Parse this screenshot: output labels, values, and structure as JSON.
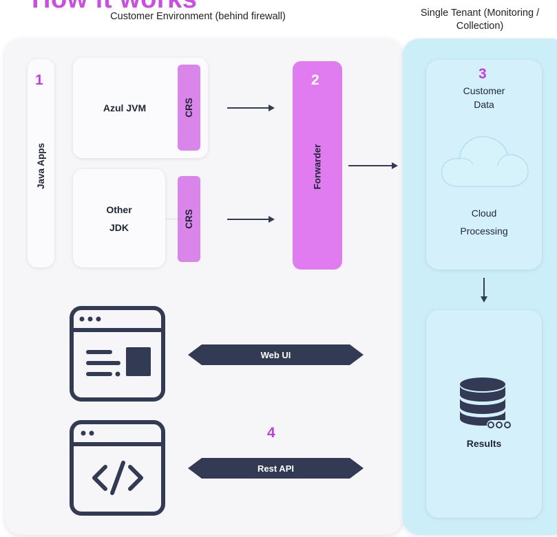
{
  "header": {
    "title": "How it works",
    "left": "Customer Environment (behind firewall)",
    "right": "Single Tenant (Monitoring / Collection)"
  },
  "steps": {
    "one": "1",
    "two": "2",
    "three": "3",
    "four": "4"
  },
  "customer": {
    "java_apps": "Java Apps",
    "azul_jvm": "Azul JVM",
    "other_jdk_line1": "Other",
    "other_jdk_line2": "JDK",
    "crs_top": "CRS",
    "crs_bottom": "CRS",
    "forwarder": "Forwarder"
  },
  "tenant": {
    "customer_data_line1": "Customer",
    "customer_data_line2": "Data",
    "cloud_line1": "Cloud",
    "cloud_line2": "Processing",
    "results": "Results"
  },
  "interfaces": {
    "web_ui": "Web UI",
    "rest_api": "Rest API"
  },
  "icons": {
    "browser": "browser-window-icon",
    "code": "code-window-icon",
    "cloud": "cloud-icon",
    "database": "database-icon"
  },
  "colors": {
    "accent": "#c84fe0",
    "crs": "#d985ea",
    "forwarder": "#e07cef",
    "dark": "#323a54",
    "tenant_bg": "#cbeef9"
  }
}
